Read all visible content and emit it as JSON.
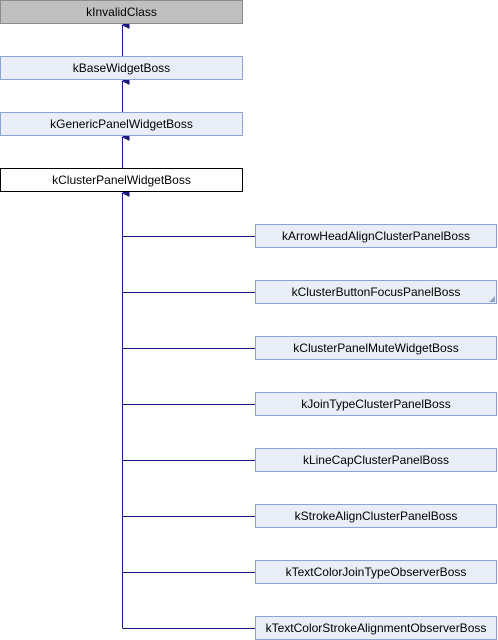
{
  "diagram": {
    "inheritance_chain": [
      {
        "id": "invalid-class",
        "label": "kInvalidClass",
        "style": "gray"
      },
      {
        "id": "base-widget-boss",
        "label": "kBaseWidgetBoss",
        "style": "blue"
      },
      {
        "id": "generic-panel-widget-boss",
        "label": "kGenericPanelWidgetBoss",
        "style": "blue"
      },
      {
        "id": "cluster-panel-widget-boss",
        "label": "kClusterPanelWidgetBoss",
        "style": "white"
      }
    ],
    "subclasses": [
      {
        "id": "arrow-head-align-cluster-panel-boss",
        "label": "kArrowHeadAlignClusterPanelBoss",
        "folded": false
      },
      {
        "id": "cluster-button-focus-panel-boss",
        "label": "kClusterButtonFocusPanelBoss",
        "folded": true
      },
      {
        "id": "cluster-panel-mute-widget-boss",
        "label": "kClusterPanelMuteWidgetBoss",
        "folded": false
      },
      {
        "id": "join-type-cluster-panel-boss",
        "label": "kJoinTypeClusterPanelBoss",
        "folded": false
      },
      {
        "id": "line-cap-cluster-panel-boss",
        "label": "kLineCapClusterPanelBoss",
        "folded": false
      },
      {
        "id": "stroke-align-cluster-panel-boss",
        "label": "kStrokeAlignClusterPanelBoss",
        "folded": false
      },
      {
        "id": "text-color-join-type-observer-boss",
        "label": "kTextColorJoinTypeObserverBoss",
        "folded": false
      },
      {
        "id": "text-color-stroke-alignment-observer-boss",
        "label": "kTextColorStrokeAlignmentObserverBoss",
        "folded": false
      }
    ],
    "colors": {
      "edge": "#1a1a7a",
      "gray_fill": "#bfbfbf",
      "blue_fill": "#e8eef7",
      "blue_border": "#8ea3cf"
    }
  }
}
